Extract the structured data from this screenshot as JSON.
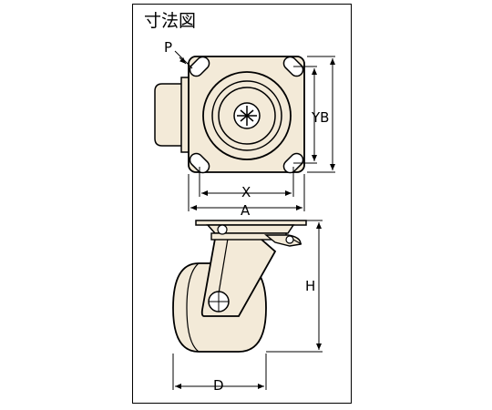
{
  "title": "寸法図",
  "labels": {
    "p": "P",
    "x": "X",
    "a": "A",
    "yb": "YB",
    "h": "H",
    "d": "D"
  },
  "colors": {
    "line": "#000000",
    "shade": "#f3ead8",
    "background": "#ffffff"
  }
}
